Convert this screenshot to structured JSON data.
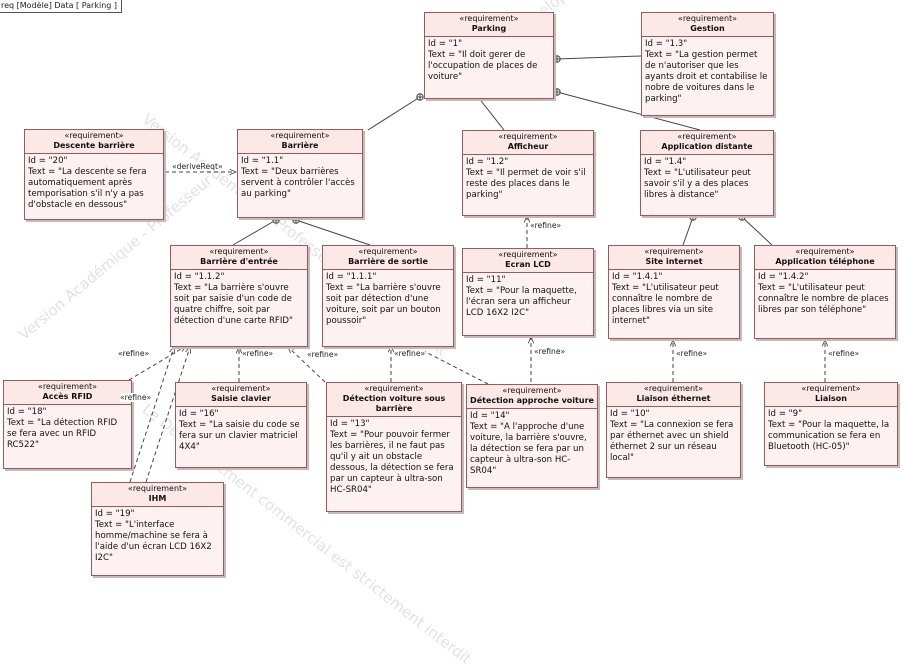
{
  "diagram": {
    "frame_title": "req [Modèle] Data [ Parking ]",
    "requirements": [
      {
        "key": "parking",
        "stereotype": "«requirement»",
        "name": "Parking",
        "id": "Id = \"1\"",
        "text": "Text = \"Il doit gerer de l'occupation de places de voiture\""
      },
      {
        "key": "gestion",
        "stereotype": "«requirement»",
        "name": "Gestion",
        "id": "Id = \"1.3\"",
        "text": "Text = \"La gestion permet de n'autoriser que les ayants droit et contabilise le nobre de voitures dans le parking\""
      },
      {
        "key": "descente",
        "stereotype": "«requirement»",
        "name": "Descente barrière",
        "id": "Id = \"20\"",
        "text": "Text = \"La descente se fera automatiquement après temporisation s'il n'y a pas d'obstacle en dessous\""
      },
      {
        "key": "barriere",
        "stereotype": "«requirement»",
        "name": "Barrière",
        "id": "Id = \"1.1\"",
        "text": "Text = \"Deux barrières servent à contrôler l'accès au parking\""
      },
      {
        "key": "afficheur",
        "stereotype": "«requirement»",
        "name": "Afficheur",
        "id": "Id = \"1.2\"",
        "text": "Text = \"Il permet de voir s'il reste des places dans le parking\""
      },
      {
        "key": "appdist",
        "stereotype": "«requirement»",
        "name": "Application distante",
        "id": "Id = \"1.4\"",
        "text": "Text = \"L'utilisateur peut savoir s'il y a des places libres à distance\""
      },
      {
        "key": "bentree",
        "stereotype": "«requirement»",
        "name": "Barrière d'entrée",
        "id": "Id = \"1.1.2\"",
        "text": "Text = \"La barrière s'ouvre soit par saisie d'un code de quatre chiffre, soit par détection d'une carte RFID\""
      },
      {
        "key": "bsortie",
        "stereotype": "«requirement»",
        "name": "Barrière de sortie",
        "id": "Id = \"1.1.1\"",
        "text": "Text = \"La barrière s'ouvre soit par détection d'une voiture, soit par un bouton poussoir\""
      },
      {
        "key": "lcd",
        "stereotype": "«requirement»",
        "name": "Ecran LCD",
        "id": "Id = \"11\"",
        "text": "Text = \"Pour la maquette, l'écran sera un afficheur LCD 16X2 I2C\""
      },
      {
        "key": "site",
        "stereotype": "«requirement»",
        "name": "Site internet",
        "id": "Id = \"1.4.1\"",
        "text": "Text = \"L'utilisateur peut connaître le nombre de places libres via un site internet\""
      },
      {
        "key": "apptel",
        "stereotype": "«requirement»",
        "name": "Application téléphone",
        "id": "Id = \"1.4.2\"",
        "text": "Text = \"L'utilisateur peut connaître le nombre de places libres par son téléphone\""
      },
      {
        "key": "rfid",
        "stereotype": "«requirement»",
        "name": "Accès RFID",
        "id": "Id = \"18\"",
        "text": "Text = \"La détection RFID se fera avec un RFID RC522\""
      },
      {
        "key": "clavier",
        "stereotype": "«requirement»",
        "name": "Saisie clavier",
        "id": "Id = \"16\"",
        "text": "Text = \"La saisie du code se fera sur un clavier matriciel 4X4\""
      },
      {
        "key": "detsous",
        "stereotype": "«requirement»",
        "name": "Détection voiture sous barrière",
        "id": "Id = \"13\"",
        "text": "Text = \"Pour pouvoir fermer les barrières, il ne faut pas qu'il y ait un obstacle dessous, la détection se fera par un capteur à ultra-son HC-SR04\""
      },
      {
        "key": "detapp",
        "stereotype": "«requirement»",
        "name": "Détection approche voiture",
        "id": "Id = \"14\"",
        "text": "Text = \"A l'approche d'une voiture, la barrière s'ouvre, la détection se fera par un capteur à ultra-son HC-SR04\""
      },
      {
        "key": "eth",
        "stereotype": "«requirement»",
        "name": "Liaison éthernet",
        "id": "Id = \"10\"",
        "text": "Text = \"La connexion se fera par éthernet avec un shield éthernet 2 sur un réseau local\""
      },
      {
        "key": "liaison",
        "stereotype": "«requirement»",
        "name": "Liaison",
        "id": "Id = \"9\"",
        "text": "Text = \"Pour la maquette, la communication se fera en Bluetooth (HC-05)\""
      },
      {
        "key": "ihm",
        "stereotype": "«requirement»",
        "name": "IHM",
        "id": "Id = \"19\"",
        "text": "Text = \"L'interface homme/machine se fera à l'aide d'un écran LCD 16X2 I2C\""
      }
    ],
    "labels": {
      "deriveReqt": "«deriveReqt»",
      "refine": "«refine»"
    },
    "watermark": [
      "Version Académique - Professeur - Développement",
      "Le Développement commercial est strictement interdit",
      "Version Académique - Professeur",
      "Le Développement commercial est strictement interdit"
    ]
  }
}
